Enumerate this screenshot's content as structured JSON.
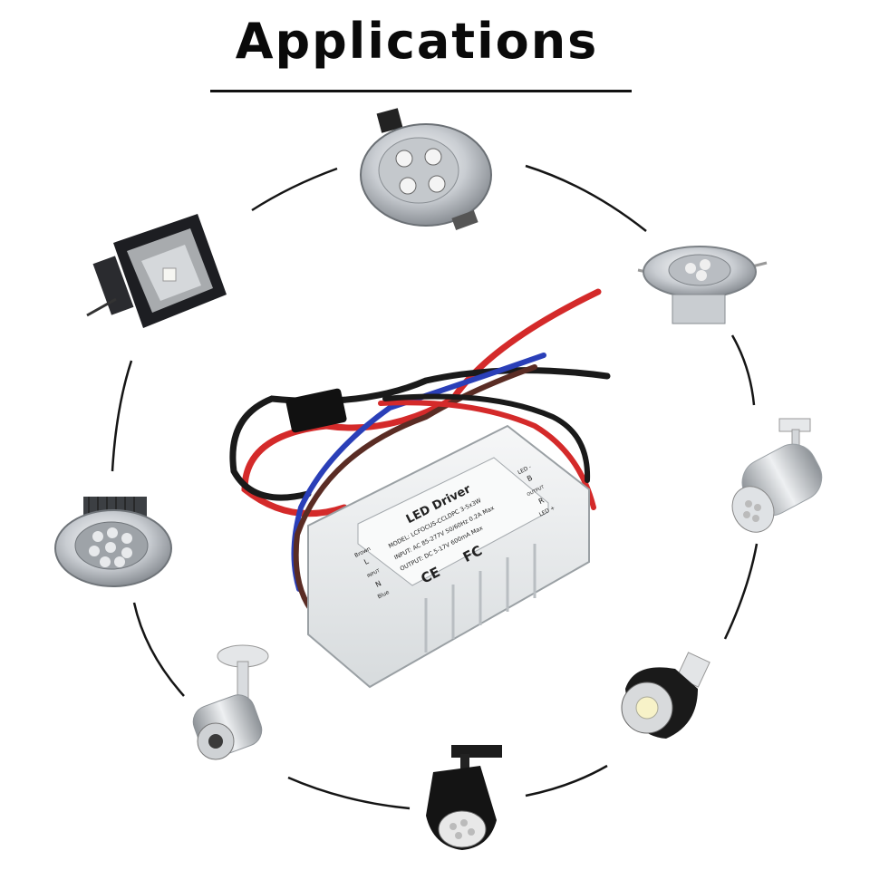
{
  "title": "Applications",
  "driver": {
    "heading": "LED Driver",
    "model": "MODEL: LCFOCUS-CCLDPC 3-5x3W",
    "input": "INPUT: AC 85-277V  50/60Hz  0.2A Max",
    "output": "OUTPUT: DC 5-17V  600mA Max",
    "left_top": "Brown",
    "left_l": "L",
    "left_input": "INPUT",
    "left_n": "N",
    "left_bottom": "Blue",
    "right_ledminus": "LED -",
    "right_b": "B",
    "right_output": "OUTPUT",
    "right_r": "R",
    "right_ledplus": "LED +",
    "ce_mark": "CE",
    "fc_mark": "FC"
  },
  "icons": [
    "downlight-top-icon",
    "flood-light-icon",
    "downlight-right-icon",
    "track-spot-right-icon",
    "recessed-multi-led-icon",
    "gu10-bulb-icon",
    "wall-spot-icon",
    "track-spot-bottom-icon"
  ],
  "colors": {
    "wire_red": "#d42a2a",
    "wire_black": "#1a1a1a",
    "wire_blue": "#2a3fb8",
    "wire_brown": "#5a2c24",
    "case": "#eceff0"
  }
}
